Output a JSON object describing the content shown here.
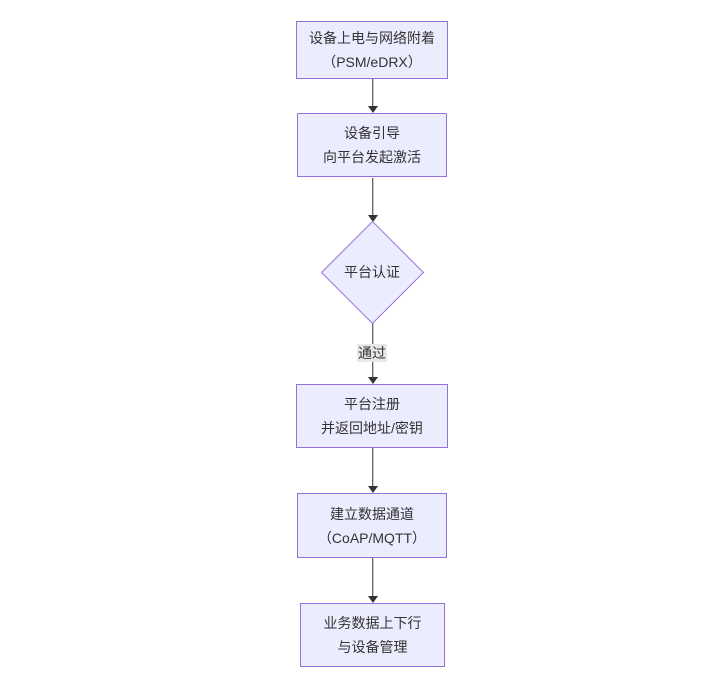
{
  "diagram": {
    "type": "flowchart",
    "direction": "top-down",
    "colors": {
      "node_fill": "#ECECFF",
      "node_border": "#9370DB",
      "edge_color": "#333333",
      "edge_label_bg": "#e8e8e8",
      "text_color": "#333333",
      "background": "#ffffff"
    },
    "nodes": [
      {
        "id": "A",
        "shape": "rect",
        "line1": "设备上电与网络附着",
        "line2": "（PSM/eDRX）"
      },
      {
        "id": "B",
        "shape": "rect",
        "line1": "设备引导",
        "line2": "向平台发起激活"
      },
      {
        "id": "C",
        "shape": "diamond",
        "line1": "平台认证",
        "line2": ""
      },
      {
        "id": "D",
        "shape": "rect",
        "line1": "平台注册",
        "line2": "并返回地址/密钥"
      },
      {
        "id": "E",
        "shape": "rect",
        "line1": "建立数据通道",
        "line2": "（CoAP/MQTT）"
      },
      {
        "id": "F",
        "shape": "rect",
        "line1": "业务数据上下行",
        "line2": "与设备管理"
      }
    ],
    "edges": [
      {
        "from": "A",
        "to": "B",
        "label": ""
      },
      {
        "from": "B",
        "to": "C",
        "label": ""
      },
      {
        "from": "C",
        "to": "D",
        "label": "通过"
      },
      {
        "from": "D",
        "to": "E",
        "label": ""
      },
      {
        "from": "E",
        "to": "F",
        "label": ""
      }
    ]
  }
}
